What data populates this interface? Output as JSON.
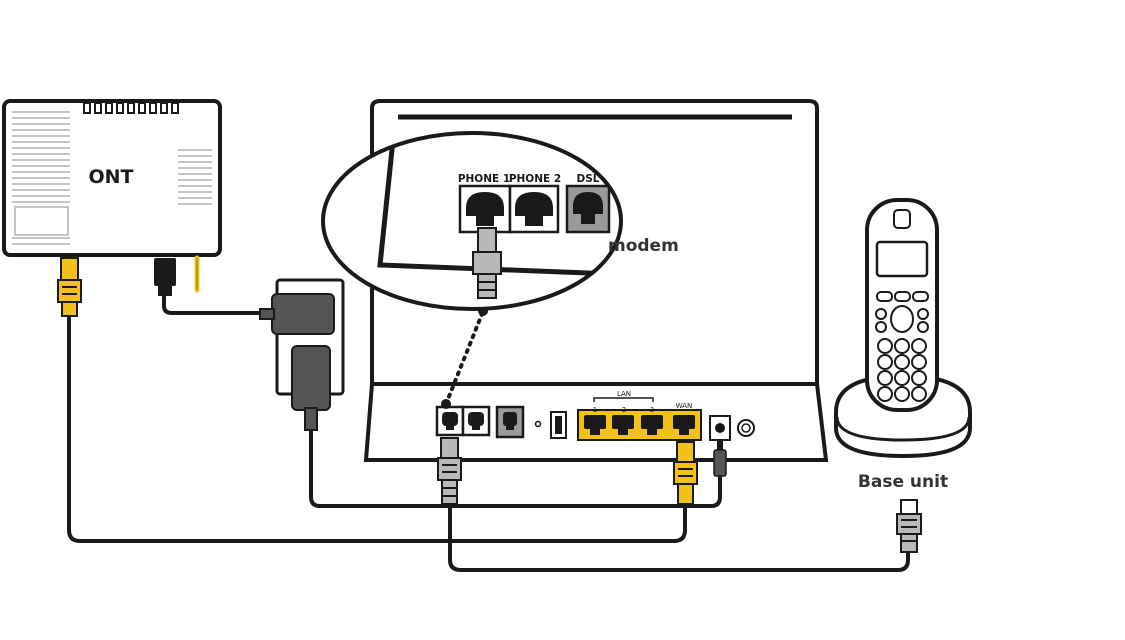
{
  "labels": {
    "ont": "ONT",
    "modem": "modem",
    "phone1": "PHONE 1",
    "phone2": "PHONE 2",
    "dsl": "DSL",
    "lan": "LAN",
    "lan_port_1": "1",
    "lan_port_2": "2",
    "lan_port_3": "3",
    "wan": "WAN",
    "base_unit": "Base unit"
  },
  "colors": {
    "line": "#1a1a1a",
    "ethernet_yellow": "#f2c21b",
    "phone_cable_grey": "#b8b8b8",
    "port_grey": "#9a9a9a",
    "adapter_dark": "#555555",
    "background": "#ffffff"
  },
  "icons": {
    "ont": "ont-device",
    "modem": "modem-device",
    "phone": "cordless-phone-handset",
    "power_adapter": "power-adapter",
    "magnifier": "zoom-inset-circle"
  }
}
